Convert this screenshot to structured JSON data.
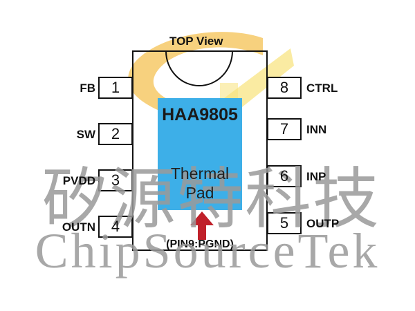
{
  "diagram": {
    "view_label": "TOP View",
    "part_number": "HAA9805",
    "pad_label_line1": "Thermal",
    "pad_label_line2": "Pad",
    "pin9_label": "(PIN9:PGND)",
    "left_pins": [
      {
        "number": "1",
        "name": "FB"
      },
      {
        "number": "2",
        "name": "SW"
      },
      {
        "number": "3",
        "name": "PVDD"
      },
      {
        "number": "4",
        "name": "OUTN"
      }
    ],
    "right_pins": [
      {
        "number": "8",
        "name": "CTRL"
      },
      {
        "number": "7",
        "name": "INN"
      },
      {
        "number": "6",
        "name": "INP"
      },
      {
        "number": "5",
        "name": "OUTP"
      }
    ],
    "watermark_cn": "矽源特科技",
    "watermark_en": "ChipSourceTek"
  },
  "colors": {
    "pad": "#3dafe8",
    "arrow": "#c0202a",
    "logo_orange": "#f4c253",
    "logo_yellow": "#f8e27a",
    "watermark": "#9a9a9a"
  }
}
